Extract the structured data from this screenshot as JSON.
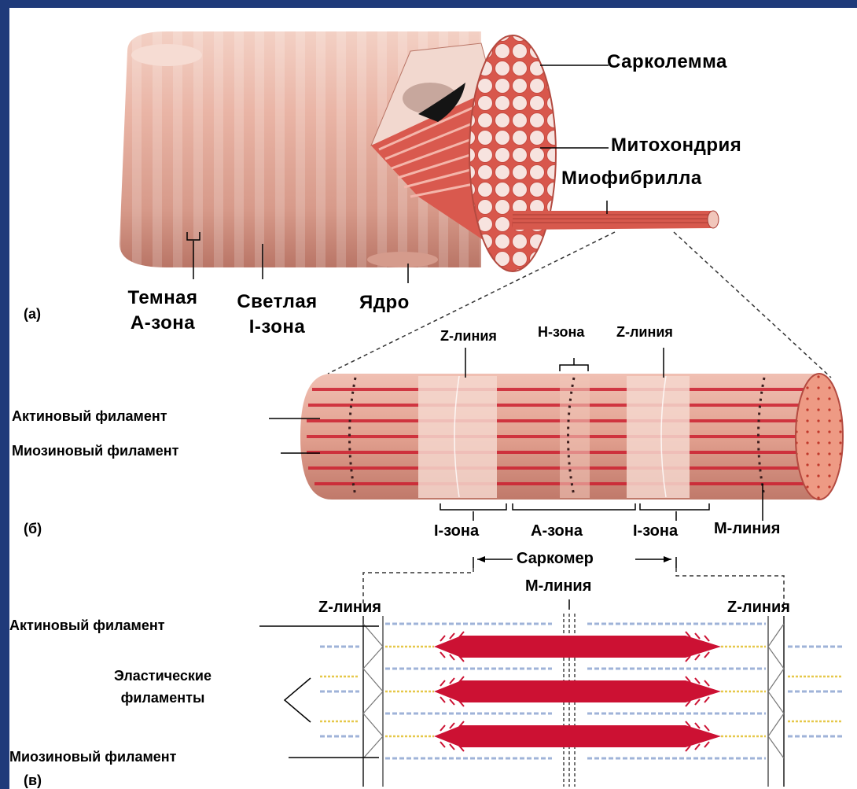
{
  "panel_a": {
    "marker": "(а)",
    "sarcolemma": "Сарколемма",
    "mitochondrion": "Митохондрия",
    "myofibril": "Миофибрилла",
    "dark_band_l1": "Темная",
    "dark_band_l2": "А-зона",
    "light_band_l1": "Светлая",
    "light_band_l2": "I-зона",
    "nucleus": "Ядро"
  },
  "panel_b": {
    "marker": "(б)",
    "z_line_left": "Z-линия",
    "h_zone": "Н-зона",
    "z_line_right": "Z-линия",
    "actin": "Актиновый филамент",
    "myosin": "Миозиновый филамент",
    "i_zone_left": "I-зона",
    "a_zone": "А-зона",
    "i_zone_right": "I-зона",
    "m_line": "М-линия",
    "sarcomere": "Саркомер"
  },
  "panel_c": {
    "marker": "(в)",
    "m_line": "М-линия",
    "z_line_left": "Z-линия",
    "z_line_right": "Z-линия",
    "actin": "Актиновый филамент",
    "elastic_l1": "Эластические",
    "elastic_l2": "филаменты",
    "myosin": "Миозиновый филамент"
  },
  "colors": {
    "frame": "#1f3a7a",
    "muscle_pink": "#e8b1a2",
    "muscle_shade": "#c98b7c",
    "fibril_red": "#d8554e",
    "myosin_red": "#cc1133",
    "actin_blue": "#9fb3d8",
    "elastic_yellow": "#e6c84a"
  }
}
